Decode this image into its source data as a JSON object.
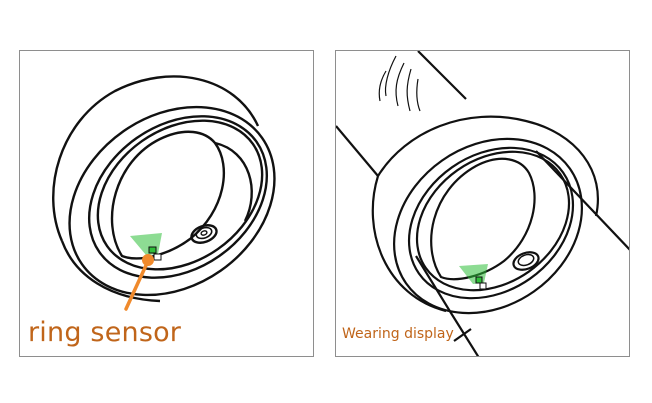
{
  "panels": {
    "left": {
      "caption": "ring sensor",
      "illustration": "ring-with-sensor-callout"
    },
    "right": {
      "caption": "Wearing display",
      "illustration": "ring-worn-on-finger"
    }
  },
  "colors": {
    "caption": "#c0651a",
    "callout_line": "#f08a2c",
    "sensor_glow": "#2fbf3a",
    "frame_border": "#8e8e8e",
    "line_art": "#111111"
  }
}
